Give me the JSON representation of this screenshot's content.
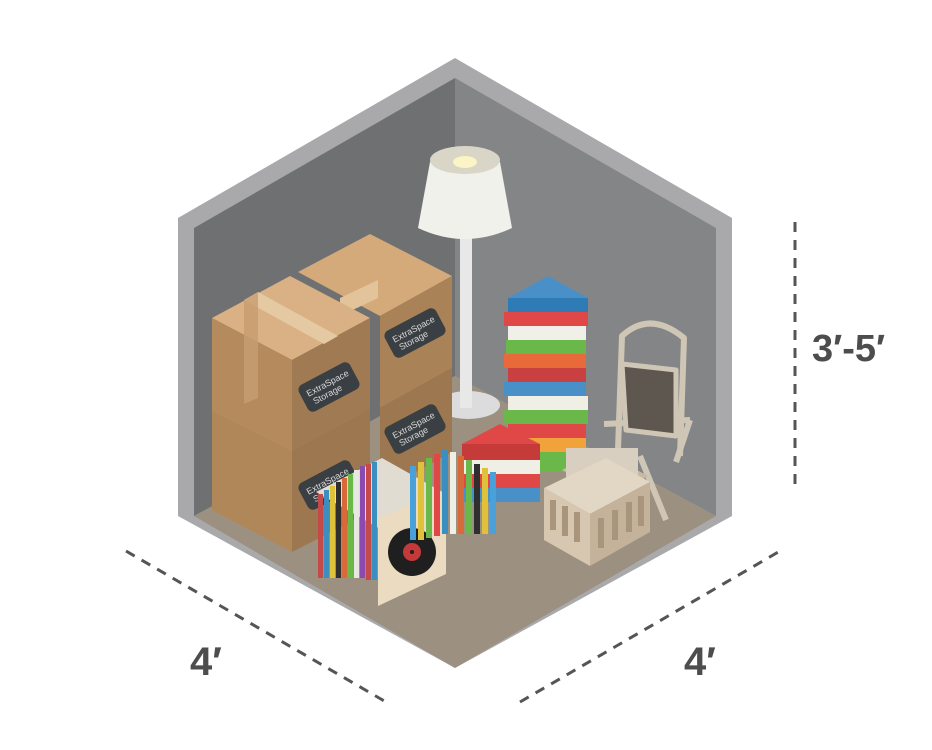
{
  "dimensions": {
    "height": "3′-5′",
    "width_left": "4′",
    "width_right": "4′"
  },
  "box_brand": {
    "line1": "ExtraSpace",
    "line2": "Storage"
  },
  "colors": {
    "frame": "#a9a9ab",
    "back_wall_left": "#6e6f71",
    "back_wall_right": "#838486",
    "floor": "#9c9181",
    "box": "#b58b5e",
    "dim_line": "#555555",
    "dim_text": "#4d4d4d"
  }
}
